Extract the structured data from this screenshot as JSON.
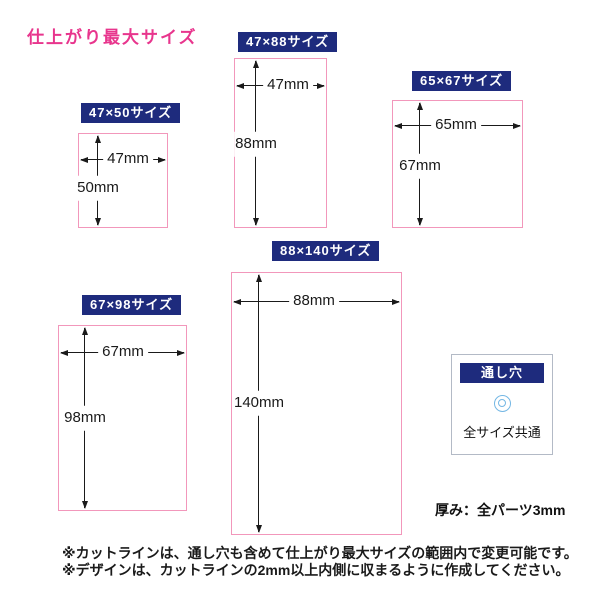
{
  "title": "仕上がり最大サイズ",
  "sizes": [
    {
      "label": "47×50サイズ",
      "width_label": "47mm",
      "height_label": "50mm"
    },
    {
      "label": "47×88サイズ",
      "width_label": "47mm",
      "height_label": "88mm"
    },
    {
      "label": "65×67サイズ",
      "width_label": "65mm",
      "height_label": "67mm"
    },
    {
      "label": "67×98サイズ",
      "width_label": "67mm",
      "height_label": "98mm"
    },
    {
      "label": "88×140サイズ",
      "width_label": "88mm",
      "height_label": "140mm"
    }
  ],
  "hole": {
    "label": "通し穴",
    "icon": "through-hole-double-circle-icon",
    "note": "全サイズ共通"
  },
  "thickness_note": "厚み：全パーツ3mm",
  "footnotes": [
    "※カットラインは、通し穴も含めて仕上がり最大サイズの範囲内で変更可能です。",
    "※デザインは、カットラインの2mm以上内側に収まるように作成してください。"
  ],
  "colors": {
    "accent_pink": "#e8358d",
    "box_border_pink": "#f297bb",
    "tag_navy": "#1e2b7d",
    "hole_icon_blue": "#74b7e4"
  }
}
